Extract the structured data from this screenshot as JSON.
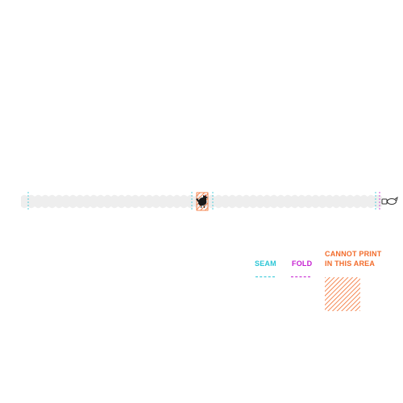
{
  "legend": {
    "seam": {
      "label": "SEAM",
      "color": "#2bc6d6"
    },
    "fold": {
      "label": "FOLD",
      "color": "#c51fd1"
    },
    "no_print": {
      "line1": "CANNOT PRINT",
      "line2": "IN THIS AREA",
      "color": "#f26b2a"
    }
  },
  "template": {
    "strap_color": "#eeeeee",
    "logo_icon": "rooster-logo-icon",
    "hardware_icon": "lobster-clasp-icon"
  }
}
